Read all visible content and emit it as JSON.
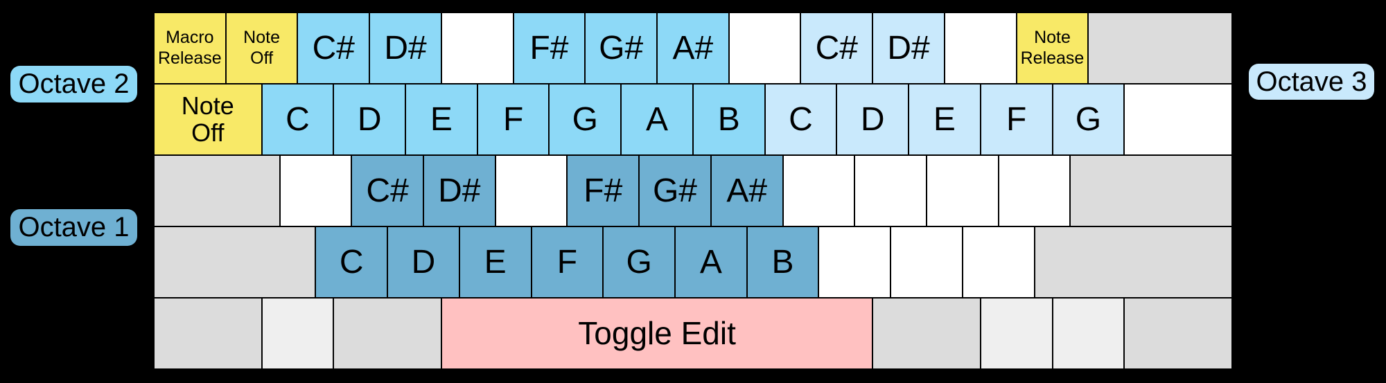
{
  "colors": {
    "background": "#000000",
    "text": "#000000",
    "note_octave1": "#6fb0d2",
    "note_octave2": "#8dd9f7",
    "note_octave3": "#c9e9fc",
    "function_key": "#f8e967",
    "toggle_key": "#ffc1c1",
    "modifier_key": "#dcdcdc",
    "modifier_key_light": "#efefef",
    "blank_key": "#ffffff"
  },
  "pills": {
    "octave1": "Octave 1",
    "octave2": "Octave 2",
    "octave3": "Octave 3"
  },
  "keyboard": {
    "rows": [
      {
        "keys": [
          {
            "label": "Macro\nRelease",
            "type": "function",
            "u": 1,
            "name": "key-macro-release"
          },
          {
            "label": "Note\nOff",
            "type": "function",
            "u": 1,
            "name": "key-note-off-row1"
          },
          {
            "label": "C#",
            "type": "note2",
            "u": 1,
            "name": "key-csharp-octave2"
          },
          {
            "label": "D#",
            "type": "note2",
            "u": 1,
            "name": "key-dsharp-octave2"
          },
          {
            "label": "",
            "type": "blank",
            "u": 1,
            "name": "key-unmapped"
          },
          {
            "label": "F#",
            "type": "note2",
            "u": 1,
            "name": "key-fsharp-octave2"
          },
          {
            "label": "G#",
            "type": "note2",
            "u": 1,
            "name": "key-gsharp-octave2"
          },
          {
            "label": "A#",
            "type": "note2",
            "u": 1,
            "name": "key-asharp-octave2"
          },
          {
            "label": "",
            "type": "blank",
            "u": 1,
            "name": "key-unmapped"
          },
          {
            "label": "C#",
            "type": "note3",
            "u": 1,
            "name": "key-csharp-octave3"
          },
          {
            "label": "D#",
            "type": "note3",
            "u": 1,
            "name": "key-dsharp-octave3"
          },
          {
            "label": "",
            "type": "blank",
            "u": 1,
            "name": "key-unmapped"
          },
          {
            "label": "Note\nRelease",
            "type": "function",
            "u": 1,
            "name": "key-note-release"
          },
          {
            "label": "",
            "type": "mod",
            "u": 2,
            "name": "key-unmapped-gray"
          }
        ]
      },
      {
        "keys": [
          {
            "label": "Note\nOff",
            "type": "function",
            "u": 1.5,
            "name": "key-note-off-row2"
          },
          {
            "label": "C",
            "type": "note2",
            "u": 1,
            "name": "key-c-octave2"
          },
          {
            "label": "D",
            "type": "note2",
            "u": 1,
            "name": "key-d-octave2"
          },
          {
            "label": "E",
            "type": "note2",
            "u": 1,
            "name": "key-e-octave2"
          },
          {
            "label": "F",
            "type": "note2",
            "u": 1,
            "name": "key-f-octave2"
          },
          {
            "label": "G",
            "type": "note2",
            "u": 1,
            "name": "key-g-octave2"
          },
          {
            "label": "A",
            "type": "note2",
            "u": 1,
            "name": "key-a-octave2"
          },
          {
            "label": "B",
            "type": "note2",
            "u": 1,
            "name": "key-b-octave2"
          },
          {
            "label": "C",
            "type": "note3",
            "u": 1,
            "name": "key-c-octave3"
          },
          {
            "label": "D",
            "type": "note3",
            "u": 1,
            "name": "key-d-octave3"
          },
          {
            "label": "E",
            "type": "note3",
            "u": 1,
            "name": "key-e-octave3"
          },
          {
            "label": "F",
            "type": "note3",
            "u": 1,
            "name": "key-f-octave3"
          },
          {
            "label": "G",
            "type": "note3",
            "u": 1,
            "name": "key-g-octave3"
          },
          {
            "label": "",
            "type": "blank",
            "u": 1.5,
            "name": "key-unmapped"
          }
        ]
      },
      {
        "keys": [
          {
            "label": "",
            "type": "mod",
            "u": 1.75,
            "name": "key-unmapped-gray"
          },
          {
            "label": "",
            "type": "blank",
            "u": 1,
            "name": "key-unmapped"
          },
          {
            "label": "C#",
            "type": "note1",
            "u": 1,
            "name": "key-csharp-octave1"
          },
          {
            "label": "D#",
            "type": "note1",
            "u": 1,
            "name": "key-dsharp-octave1"
          },
          {
            "label": "",
            "type": "blank",
            "u": 1,
            "name": "key-unmapped"
          },
          {
            "label": "F#",
            "type": "note1",
            "u": 1,
            "name": "key-fsharp-octave1"
          },
          {
            "label": "G#",
            "type": "note1",
            "u": 1,
            "name": "key-gsharp-octave1"
          },
          {
            "label": "A#",
            "type": "note1",
            "u": 1,
            "name": "key-asharp-octave1"
          },
          {
            "label": "",
            "type": "blank",
            "u": 1,
            "name": "key-unmapped"
          },
          {
            "label": "",
            "type": "blank",
            "u": 1,
            "name": "key-unmapped"
          },
          {
            "label": "",
            "type": "blank",
            "u": 1,
            "name": "key-unmapped"
          },
          {
            "label": "",
            "type": "blank",
            "u": 1,
            "name": "key-unmapped"
          },
          {
            "label": "",
            "type": "mod",
            "u": 2.25,
            "name": "key-unmapped-gray"
          }
        ]
      },
      {
        "keys": [
          {
            "label": "",
            "type": "mod",
            "u": 2.25,
            "name": "key-unmapped-gray"
          },
          {
            "label": "C",
            "type": "note1",
            "u": 1,
            "name": "key-c-octave1"
          },
          {
            "label": "D",
            "type": "note1",
            "u": 1,
            "name": "key-d-octave1"
          },
          {
            "label": "E",
            "type": "note1",
            "u": 1,
            "name": "key-e-octave1"
          },
          {
            "label": "F",
            "type": "note1",
            "u": 1,
            "name": "key-f-octave1"
          },
          {
            "label": "G",
            "type": "note1",
            "u": 1,
            "name": "key-g-octave1"
          },
          {
            "label": "A",
            "type": "note1",
            "u": 1,
            "name": "key-a-octave1"
          },
          {
            "label": "B",
            "type": "note1",
            "u": 1,
            "name": "key-b-octave1"
          },
          {
            "label": "",
            "type": "blank",
            "u": 1,
            "name": "key-unmapped"
          },
          {
            "label": "",
            "type": "blank",
            "u": 1,
            "name": "key-unmapped"
          },
          {
            "label": "",
            "type": "blank",
            "u": 1,
            "name": "key-unmapped"
          },
          {
            "label": "",
            "type": "mod",
            "u": 2.75,
            "name": "key-unmapped-gray"
          }
        ]
      },
      {
        "keys": [
          {
            "label": "",
            "type": "mod",
            "u": 1.5,
            "name": "key-unmapped-gray"
          },
          {
            "label": "",
            "type": "modlight",
            "u": 1,
            "name": "key-unmapped-light-gray"
          },
          {
            "label": "",
            "type": "mod",
            "u": 1.5,
            "name": "key-unmapped-gray"
          },
          {
            "label": "Toggle Edit",
            "type": "toggle",
            "u": 6,
            "name": "key-toggle-edit"
          },
          {
            "label": "",
            "type": "mod",
            "u": 1.5,
            "name": "key-unmapped-gray"
          },
          {
            "label": "",
            "type": "modlight",
            "u": 1,
            "name": "key-unmapped-light-gray"
          },
          {
            "label": "",
            "type": "modlight",
            "u": 1,
            "name": "key-unmapped-light-gray"
          },
          {
            "label": "",
            "type": "mod",
            "u": 1.5,
            "name": "key-unmapped-gray"
          }
        ]
      }
    ]
  }
}
